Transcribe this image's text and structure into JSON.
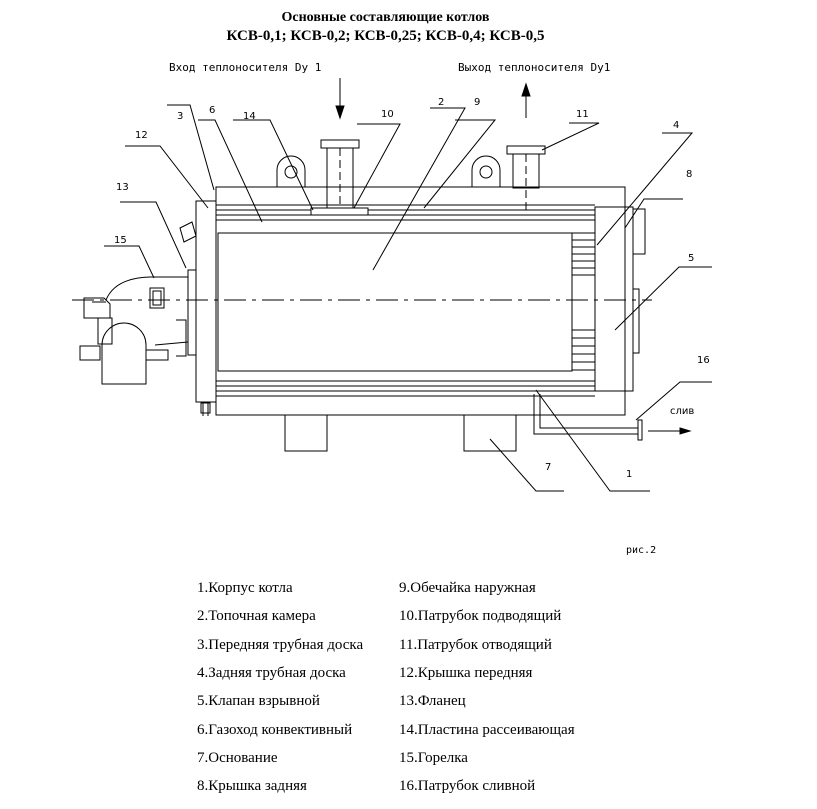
{
  "header": {
    "title": "Основные составляющие котлов",
    "models": "КСВ-0,1; КСВ-0,2; КСВ-0,25; КСВ-0,4; КСВ-0,5"
  },
  "annotations": {
    "inlet": "Вход теплоносителя Dy 1",
    "outlet": "Выход теплоносителя Dy1",
    "drain": "слив",
    "figure": "рис.2"
  },
  "callouts": [
    "1",
    "2",
    "3",
    "4",
    "5",
    "6",
    "7",
    "8",
    "9",
    "10",
    "11",
    "12",
    "13",
    "14",
    "15",
    "16"
  ],
  "legend": {
    "left": [
      "1.Корпус котла",
      "2.Топочная камера",
      "3.Передняя трубная доска",
      "4.Задняя трубная доска",
      "5.Клапан взрывной",
      "6.Газоход конвективный",
      "7.Основание",
      "8.Крышка задняя"
    ],
    "right": [
      "9.Обечайка наружная",
      "10.Патрубок подводящий",
      "11.Патрубок отводящий",
      "12.Крышка передняя",
      "13.Фланец",
      "14.Пластина рассеивающая",
      "15.Горелка",
      "16.Патрубок сливной"
    ]
  }
}
